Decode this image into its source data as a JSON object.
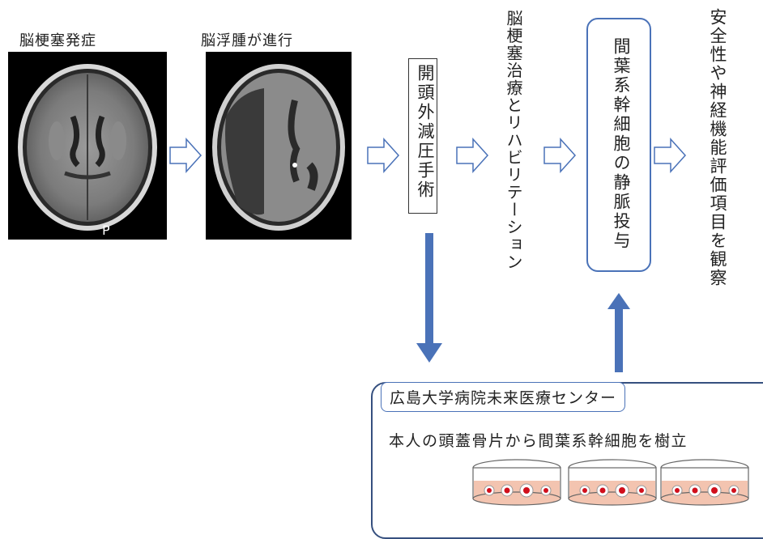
{
  "steps": {
    "onset_label": "脳梗塞発症",
    "edema_label": "脳浮腫が進行",
    "surgery_label": "開頭外減圧手術",
    "treatment_label": "脳梗塞治療とリハビリテーション",
    "infusion_label": "間葉系幹細胞の静脈投与",
    "evaluation_label": "安全性や神経機能評価項目を観察"
  },
  "center": {
    "title": "広島大学病院未来医療センター",
    "description": "本人の頭蓋骨片から間葉系幹細胞を樹立"
  },
  "ct_marker": "P",
  "colors": {
    "arrow_blue": "#4a72b8",
    "box_border": "#4a72b8",
    "dish_pink": "#f3c4b0",
    "cell_red": "#d10f1c"
  },
  "icons": {
    "flow_arrow": "hollow-right-arrow",
    "down_arrow": "down-arrow",
    "up_arrow": "up-arrow",
    "dish": "petri-dish"
  }
}
